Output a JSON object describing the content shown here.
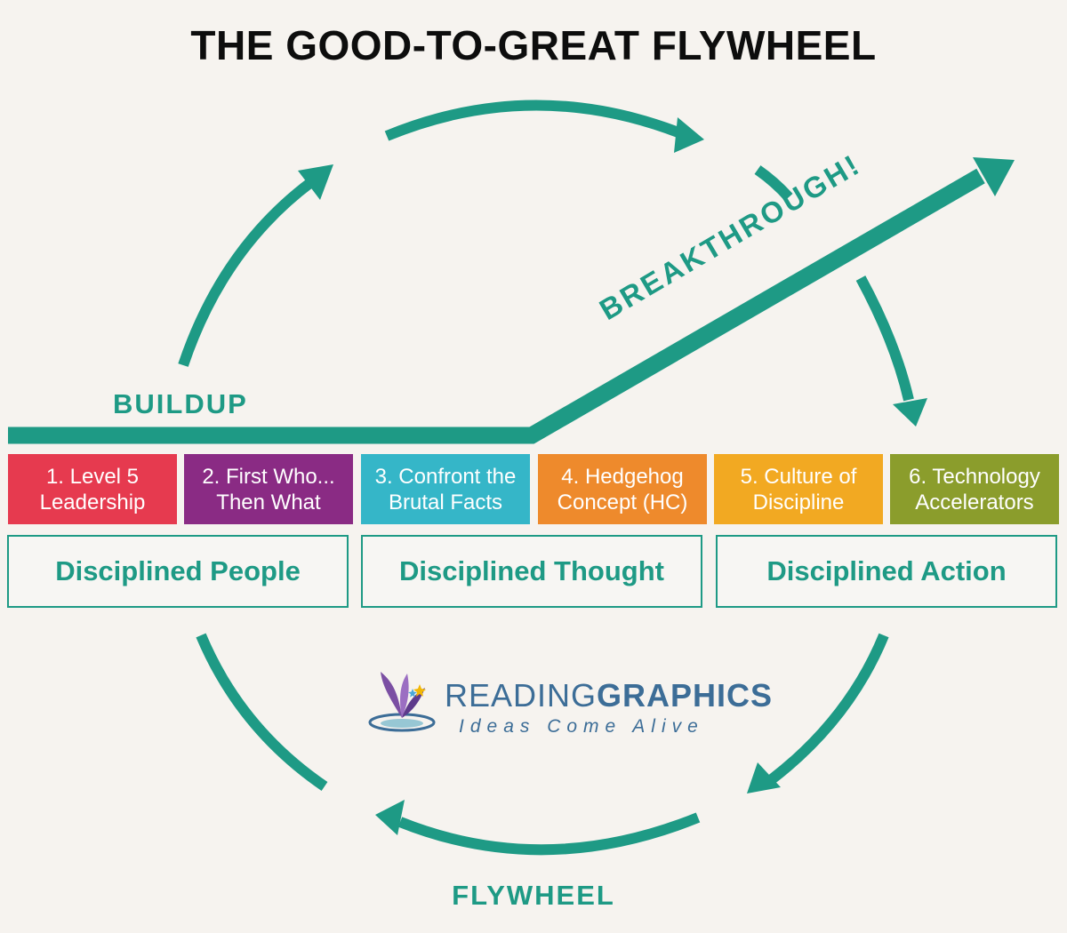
{
  "title": "THE GOOD-TO-GREAT FLYWHEEL",
  "labels": {
    "buildup": "BUILDUP",
    "breakthrough": "BREAKTHROUGH!",
    "flywheel": "FLYWHEEL"
  },
  "concepts": [
    {
      "line1": "1. Level 5",
      "line2": "Leadership",
      "color": "#e63a4f"
    },
    {
      "line1": "2. First Who...",
      "line2": "Then What",
      "color": "#8a2b84"
    },
    {
      "line1": "3. Confront the",
      "line2": "Brutal Facts",
      "color": "#35b6c8"
    },
    {
      "line1": "4. Hedgehog",
      "line2": "Concept (HC)",
      "color": "#ee8a2c"
    },
    {
      "line1": "5. Culture of",
      "line2": "Discipline",
      "color": "#f2a922"
    },
    {
      "line1": "6. Technology",
      "line2": "Accelerators",
      "color": "#8b9d2c"
    }
  ],
  "groups": [
    "Disciplined People",
    "Disciplined Thought",
    "Disciplined Action"
  ],
  "logo": {
    "brand_light": "READING",
    "brand_bold": "GRAPHICS",
    "tagline": "Ideas Come Alive"
  },
  "colors": {
    "accent": "#1e9a85",
    "brand": "#3c6d97",
    "background": "#f6f3ef"
  }
}
